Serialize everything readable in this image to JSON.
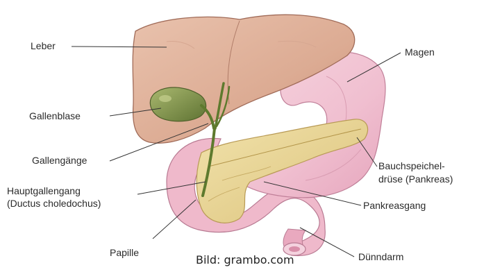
{
  "labels": {
    "leber": "Leber",
    "gallenblase": "Gallenblase",
    "gallengaenge": "Gallengänge",
    "hauptgallengang_1": "Hauptgallengang",
    "hauptgallengang_2": "(Ductus choledochus)",
    "papille": "Papille",
    "magen": "Magen",
    "bauchspeichel_1": "Bauchspeichel-",
    "bauchspeichel_2": "drüse (Pankreas)",
    "pankreasgang": "Pankreasgang",
    "duenndarm": "Dünndarm"
  },
  "credit": "Bild: grambo.com",
  "colors": {
    "liver": "#e3b29a",
    "gallbladder": "#7a8f4a",
    "stomach": "#f2c4d2",
    "pancreas": "#e8d79a",
    "intestine": "#efb6c8",
    "leader_line": "#333333"
  }
}
